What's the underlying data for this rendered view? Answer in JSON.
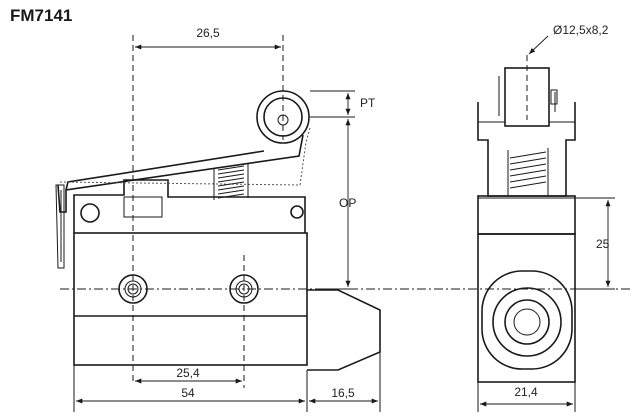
{
  "title": "FM7141",
  "dimensions": {
    "top_width": "26,5",
    "pretravel": "PT",
    "operating_position": "OP",
    "hole_spacing": "25,4",
    "body_length": "54",
    "nose_length": "16,5",
    "roller": "Ø12,5x8,2",
    "side_height": "25",
    "side_width": "21,4"
  }
}
